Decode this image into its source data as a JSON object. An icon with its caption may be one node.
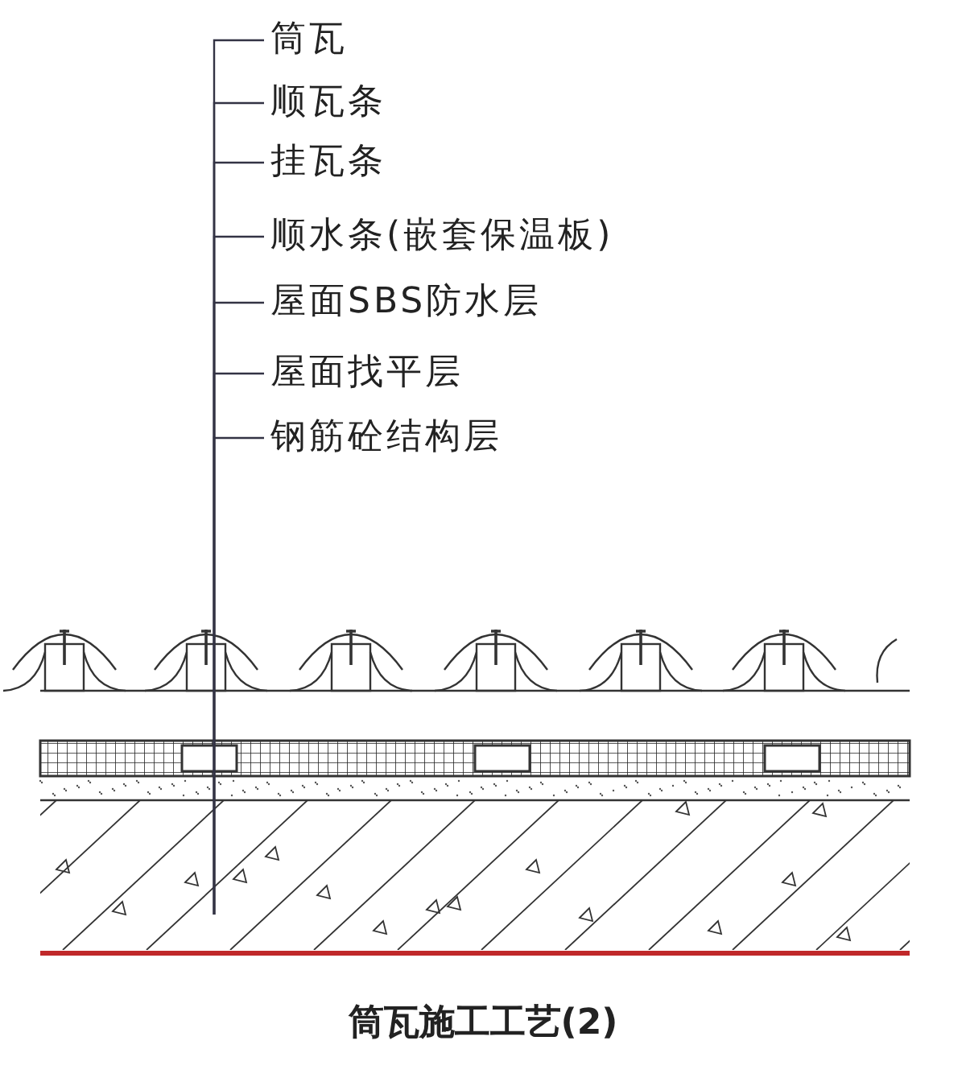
{
  "diagram": {
    "caption": "筒瓦施工工艺(2)",
    "nodes": [
      {
        "text": [
          "筒瓦"
        ]
      },
      {
        "text": [
          "顺瓦条"
        ]
      },
      {
        "text": [
          "挂瓦条"
        ]
      },
      {
        "text": [
          "顺水条(嵌套保温板)"
        ]
      },
      {
        "text": [
          "屋面SBS防水层"
        ]
      },
      {
        "text": [
          "屋面找平层"
        ]
      },
      {
        "text": [
          "钢筋砼结构层"
        ]
      }
    ],
    "edges": [
      {
        "from": 0,
        "to": null,
        "arrow": "none"
      },
      {
        "from": 1,
        "to": null,
        "arrow": "none"
      },
      {
        "from": 2,
        "to": null,
        "arrow": "none"
      },
      {
        "from": 3,
        "to": null,
        "arrow": "none"
      },
      {
        "from": 4,
        "to": null,
        "arrow": "none"
      },
      {
        "from": 5,
        "to": null,
        "arrow": "none"
      },
      {
        "from": 6,
        "to": null,
        "arrow": "none"
      }
    ]
  }
}
